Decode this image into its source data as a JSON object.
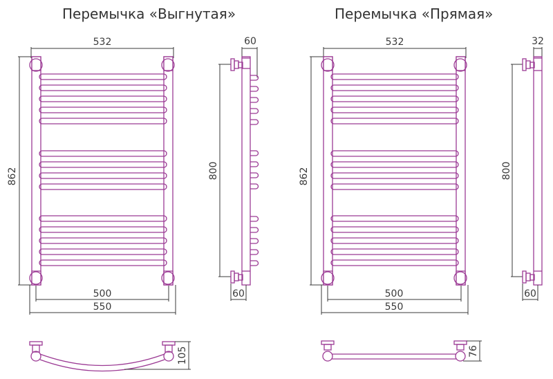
{
  "colors": {
    "pipe": "#9b3a94",
    "pipe_light": "#c07cba",
    "dimension": "#3a3a3a",
    "background": "#ffffff"
  },
  "diagrams": [
    {
      "title": "Перемычка «Выгнутая»",
      "front": {
        "top_width": "532",
        "height": "862",
        "center_distance": "500",
        "total_width": "550"
      },
      "side": {
        "depth_top": "60",
        "center_height": "800",
        "depth_bottom": "60"
      },
      "top_view": {
        "depth": "105",
        "shape": "curved"
      }
    },
    {
      "title": "Перемычка «Прямая»",
      "front": {
        "top_width": "532",
        "height": "862",
        "center_distance": "500",
        "total_width": "550"
      },
      "side": {
        "depth_top": "32",
        "center_height": "800",
        "depth_bottom": "60"
      },
      "top_view": {
        "depth": "76",
        "shape": "straight"
      }
    }
  ]
}
